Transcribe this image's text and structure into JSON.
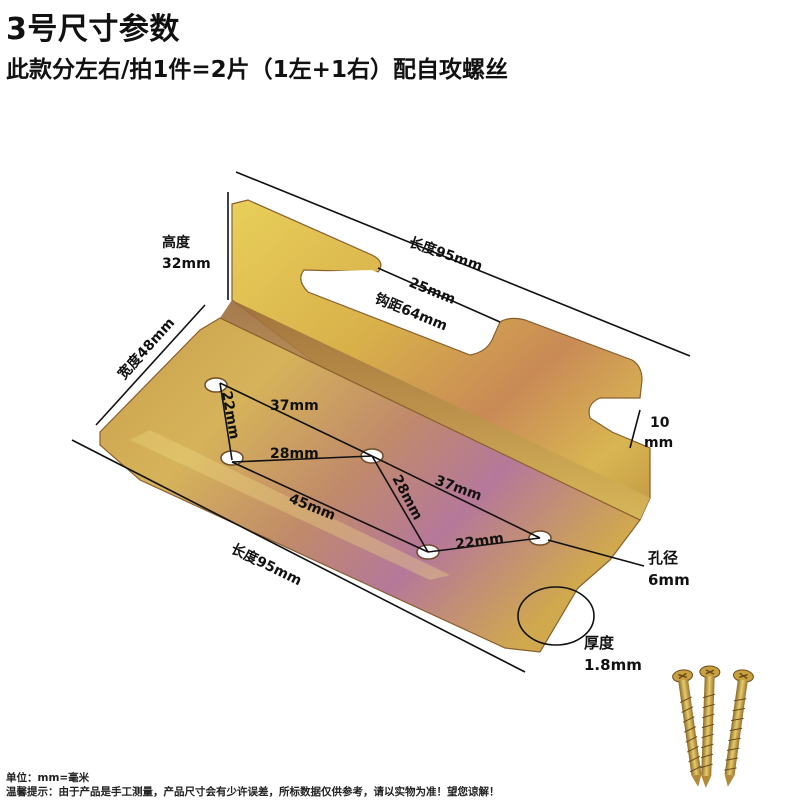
{
  "header": {
    "title": "3号尺寸参数",
    "subtitle": "此款分左右/拍1件=2片（1左+1右）配自攻螺丝"
  },
  "dimensions": {
    "top_length": "长度95mm",
    "hook_width": "25mm",
    "hook_spacing": "钩距64mm",
    "height_label": "高度",
    "height_value": "32mm",
    "width_label": "宽度48mm",
    "slot_depth_value": "10",
    "slot_depth_unit": "mm",
    "hole_22_left": "22mm",
    "hole_37_top": "37mm",
    "hole_28_mid": "28mm",
    "hole_28_diag": "28mm",
    "hole_37_right": "37mm",
    "hole_45": "45mm",
    "hole_22_bottom": "22mm",
    "bottom_length": "长度95mm",
    "hole_diameter_label": "孔径",
    "hole_diameter_value": "6mm",
    "thickness_label": "厚度",
    "thickness_value": "1.8mm"
  },
  "footer": {
    "unit_note": "单位：mm=毫米",
    "disclaimer": "温馨提示：由于产品是手工测量，产品尺寸会有少许误差，所标数据仅供参考，请以实物为准！望您谅解！"
  },
  "colors": {
    "metal_light": "#e2c24a",
    "metal_mid": "#c79a3a",
    "metal_dark": "#9a6a3a",
    "metal_purple": "#b0708a"
  }
}
